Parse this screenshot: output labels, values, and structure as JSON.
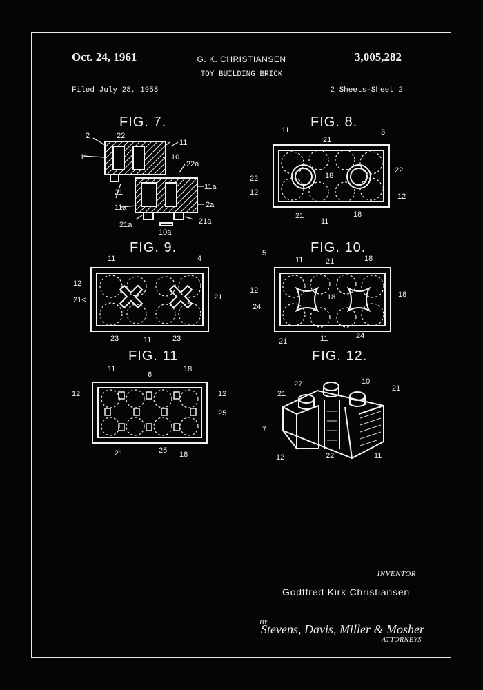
{
  "header": {
    "date": "Oct. 24, 1961",
    "inventor_header": "G. K. CHRISTIANSEN",
    "patent_number": "3,005,282",
    "title": "TOY BUILDING BRICK",
    "filed": "Filed July 28, 1958",
    "sheets": "2 Sheets-Sheet 2"
  },
  "figures": {
    "fig7": "FIG. 7.",
    "fig8": "FIG. 8.",
    "fig9": "FIG. 9.",
    "fig10": "FIG. 10.",
    "fig11": "FIG. 11",
    "fig12": "FIG. 12."
  },
  "footer": {
    "inventor_label": "INVENTOR",
    "inventor_name": "Godtfred Kirk Christiansen",
    "by": "BY",
    "attorneys_signature": "Stevens, Davis, Miller & Mosher",
    "attorneys_label": "ATTORNEYS"
  },
  "colors": {
    "background": "#050505",
    "ink": "#f2f2f2"
  }
}
